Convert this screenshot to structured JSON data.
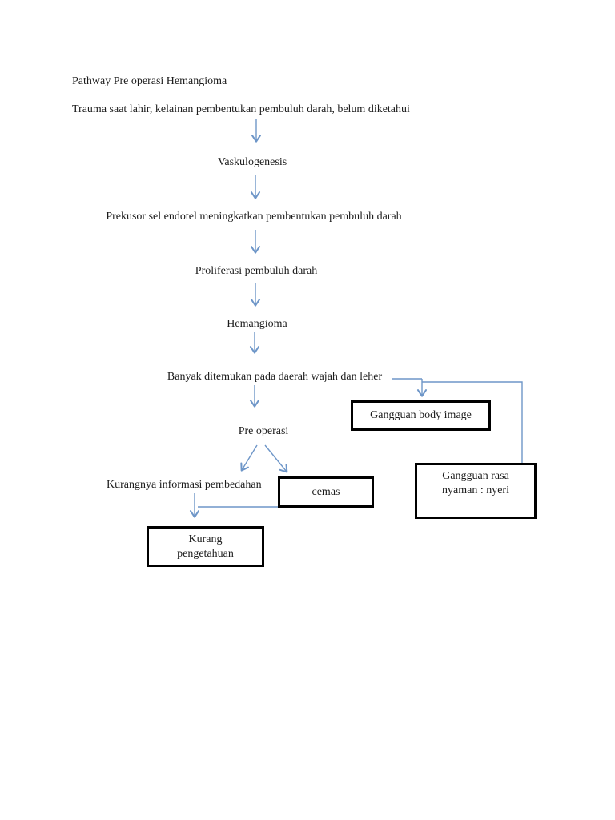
{
  "document": {
    "title": "Pathway Pre operasi Hemangioma"
  },
  "flow": {
    "trauma": "Trauma saat lahir, kelainan pembentukan pembuluh darah, belum diketahui",
    "vaskulogenesis": "Vaskulogenesis",
    "prekusor": "Prekusor sel endotel meningkatkan pembentukan pembuluh darah",
    "proliferasi": "Proliferasi pembuluh darah",
    "hemangioma": "Hemangioma",
    "banyak": "Banyak ditemukan pada daerah wajah dan leher",
    "pre_operasi": "Pre operasi",
    "kurangnya_informasi": "Kurangnya informasi pembedahan"
  },
  "diagnosis_boxes": {
    "gangguan_body_image": "Gangguan body image",
    "cemas": "cemas",
    "gangguan_rasa_nyaman": "Gangguan rasa\nnyaman : nyeri",
    "kurang_pengetahuan": "Kurang\npengetahuan"
  },
  "colors": {
    "connector": "#6e96c8",
    "box_border": "#000000",
    "text": "#1c1c1c",
    "page_background": "#ffffff"
  }
}
